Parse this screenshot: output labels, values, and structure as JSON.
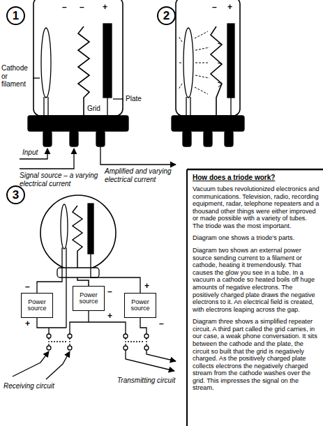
{
  "diagram": {
    "title": "How does a triode work?",
    "nodes": [
      {
        "text": [
          "1"
        ]
      },
      {
        "text": [
          "2"
        ]
      },
      {
        "text": [
          "3"
        ]
      },
      {
        "text": [
          "Power source"
        ]
      },
      {
        "text": [
          "Power source"
        ]
      },
      {
        "text": [
          "Power source"
        ]
      }
    ],
    "labels": [
      "–",
      "–",
      "+",
      "Cathode or filament",
      "Grid",
      "Plate",
      "Input",
      "Signal source – a varying electrical current",
      "Amplified and varying electrical current",
      "–",
      "+",
      "–",
      "+",
      "–",
      "+",
      "+",
      "–",
      "Receiving circuit",
      "Transmitting circuit",
      "Vacuum tubes revolutionized electronics and communications. Television, radio, recording equipment, radar, telephone repeaters and a thousand other things were either improved or made possible with a variety of tubes. The triode was the most important.",
      "Diagram one shows a triode's parts.",
      "Diagram two shows an external power source sending current to a filament or cathode, heating it tremendously. That causes the glow you see in a tube. In a vacuum a cathode so heated boils off huge amounts of negative electrons. The positively charged plate draws the negative electrons to it. An electrical field is created, with electrons leaping across the gap.",
      "Diagram three shows a simplified repeater circuit. A third part called the grid carries, in our case, a weak phone conversation. It sits between the cathode and the plate, the circuit so built that the grid is negatively charged. As the positively charged plate collects electrons the negatively charged stream from the cathode washes over the grid. This impresses the signal on the stream."
    ]
  }
}
